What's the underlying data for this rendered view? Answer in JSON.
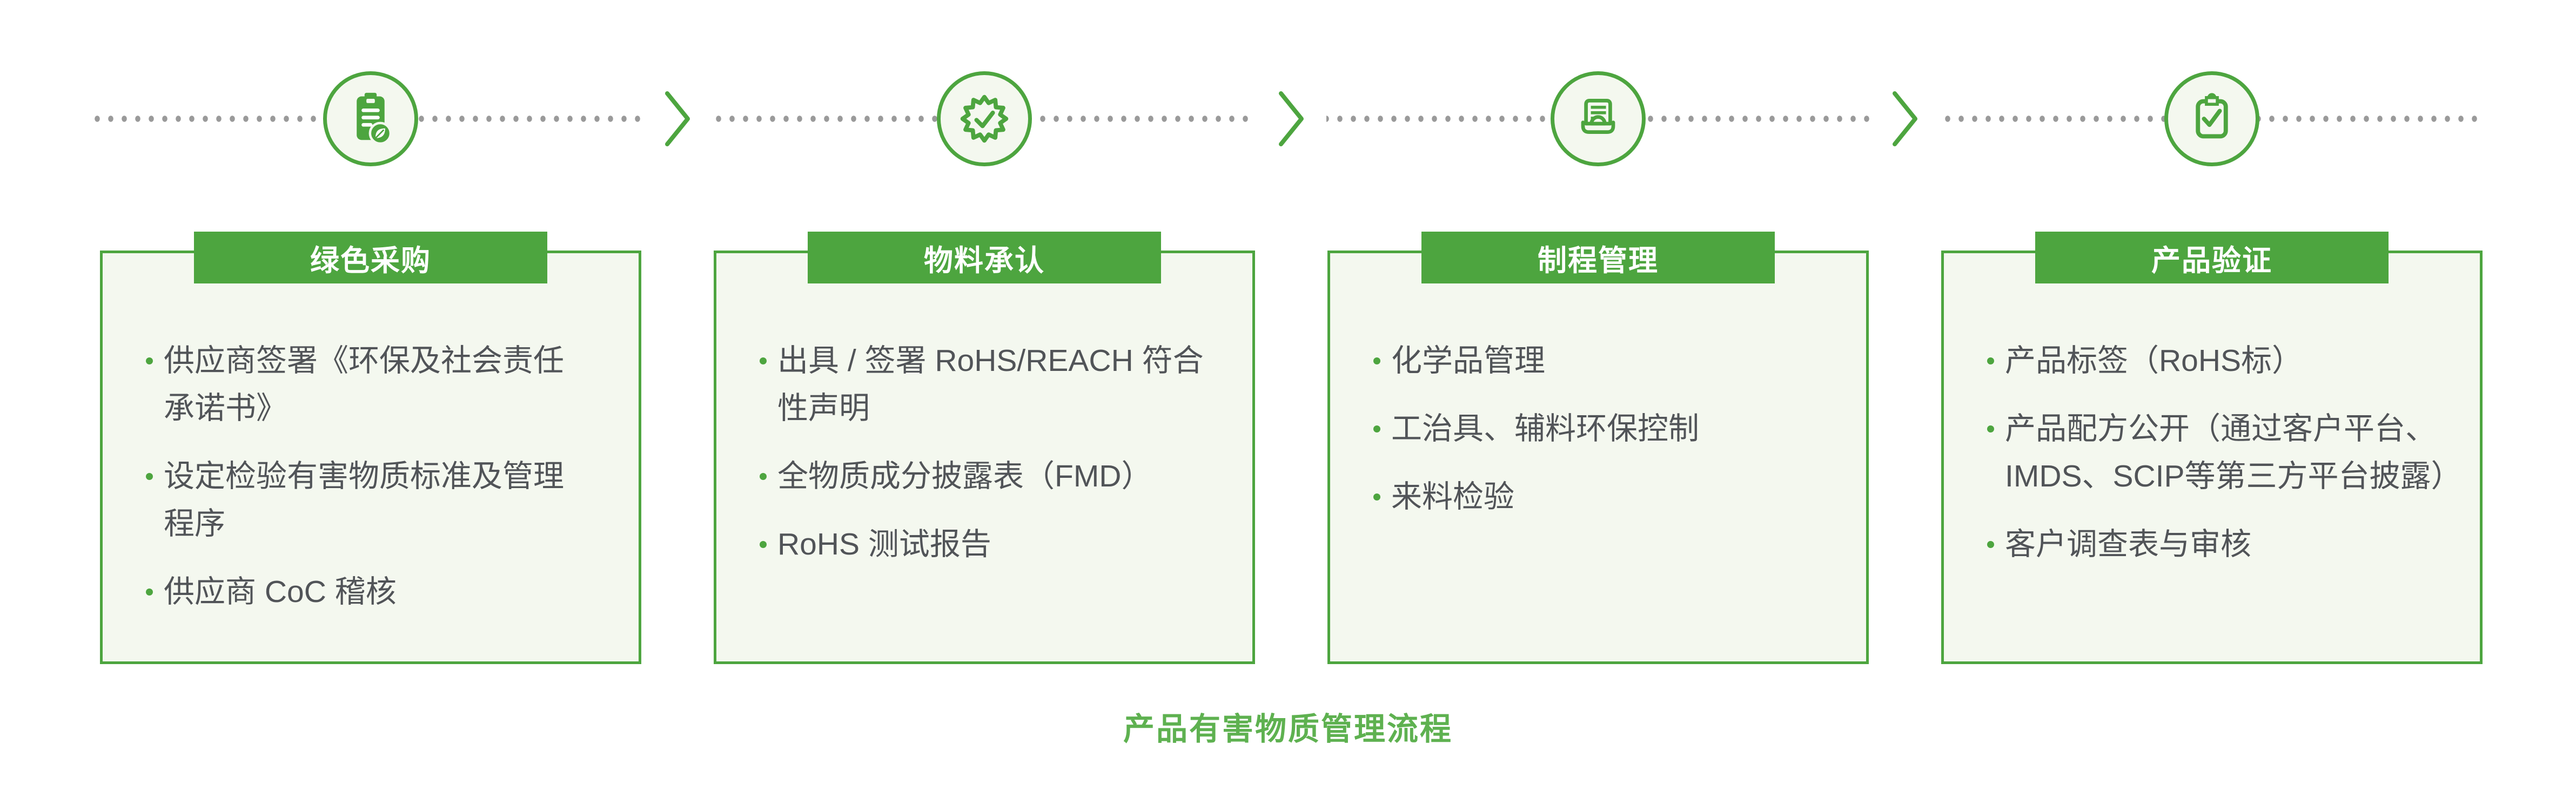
{
  "caption": "产品有害物质管理流程",
  "theme": {
    "green": "#4DA53F",
    "caption_green": "#5EB150",
    "card_background": "#F4F8EF",
    "tab_text_color": "#FFFFFF",
    "body_text_color": "#515458",
    "timeline_dot_color": "#9A9A9A"
  },
  "stages": [
    {
      "title": "绿色采购",
      "icon": "clipboard-leaf-icon",
      "items": [
        [
          "供应商签署《环保及社会责任",
          "承诺书》"
        ],
        [
          "设定检验有害物质标准及管理",
          "程序"
        ],
        [
          "供应商 CoC 稽核",
          ""
        ]
      ]
    },
    {
      "title": "物料承认",
      "icon": "certificate-seal-check-icon",
      "items": [
        [
          "出具 / 签署 RoHS/REACH 符合",
          "性声明"
        ],
        [
          "全物质成分披露表（FMD）",
          ""
        ],
        [
          "RoHS 测试报告",
          ""
        ]
      ]
    },
    {
      "title": "制程管理",
      "icon": "document-output-icon",
      "items": [
        [
          "化学品管理",
          ""
        ],
        [
          "工治具、辅料环保控制",
          ""
        ],
        [
          "来料检验",
          ""
        ]
      ]
    },
    {
      "title": "产品验证",
      "icon": "clipboard-check-icon",
      "items": [
        [
          "产品标签（RoHS标）",
          ""
        ],
        [
          "产品配方公开（通过客户平台、",
          "IMDS、SCIP等第三方平台披露）"
        ],
        [
          "客户调查表与审核",
          ""
        ]
      ]
    }
  ]
}
